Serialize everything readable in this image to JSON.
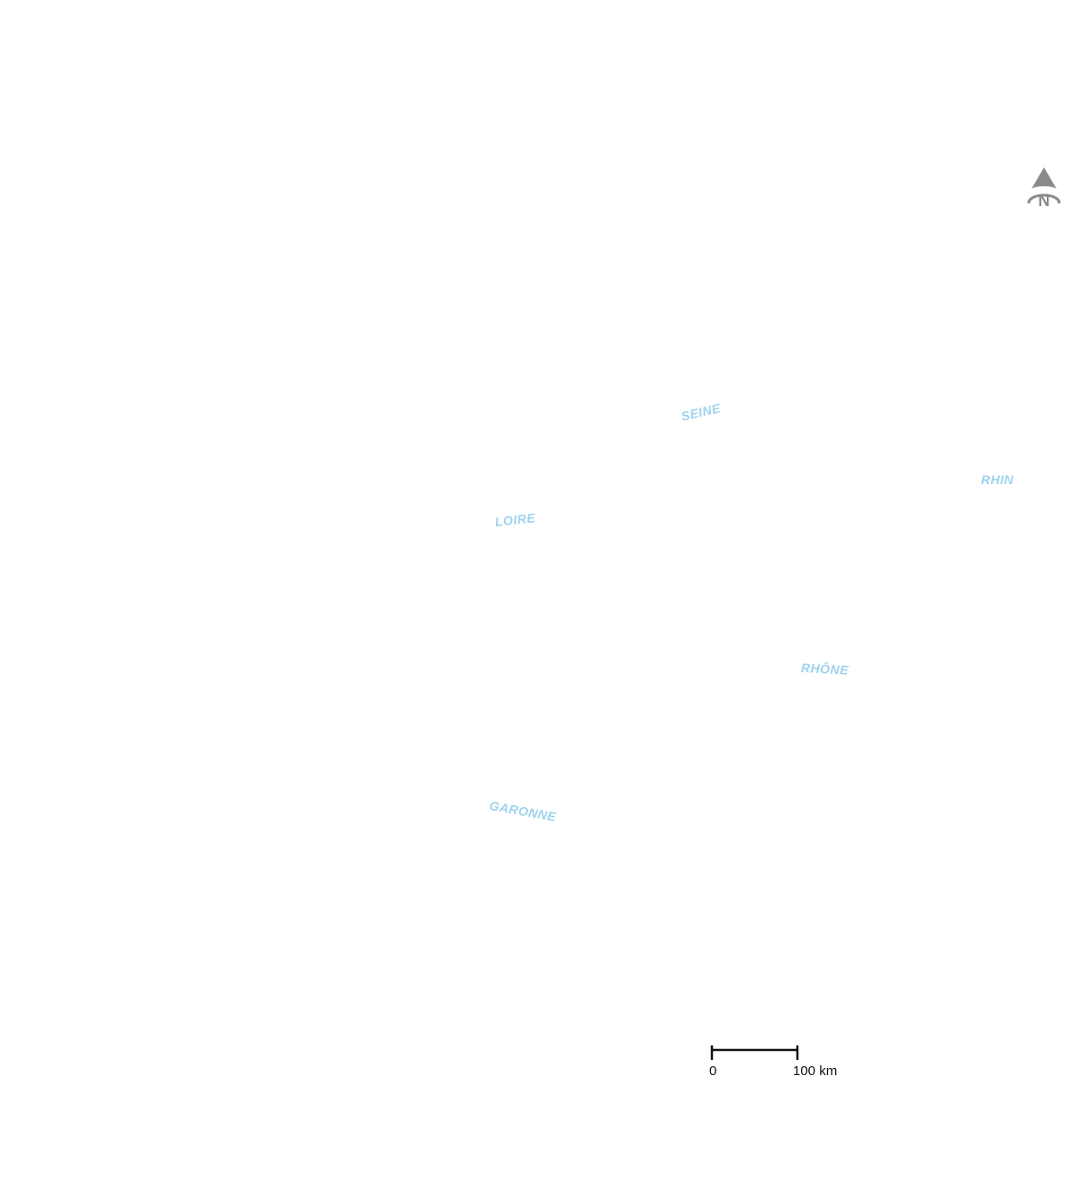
{
  "map": {
    "rivers": [
      {
        "name": "SEINE"
      },
      {
        "name": "RHIN"
      },
      {
        "name": "LOIRE"
      },
      {
        "name": "RHÔNE"
      },
      {
        "name": "GARONNE"
      }
    ],
    "river_label_color": "#9dd3ee",
    "north_arrow": {
      "letter": "N",
      "color": "#8a8a8a",
      "icon": "north-arrow-icon"
    },
    "scale_bar": {
      "start_label": "0",
      "end_label": "100 km",
      "distance_km": 100,
      "color": "#111111"
    }
  }
}
